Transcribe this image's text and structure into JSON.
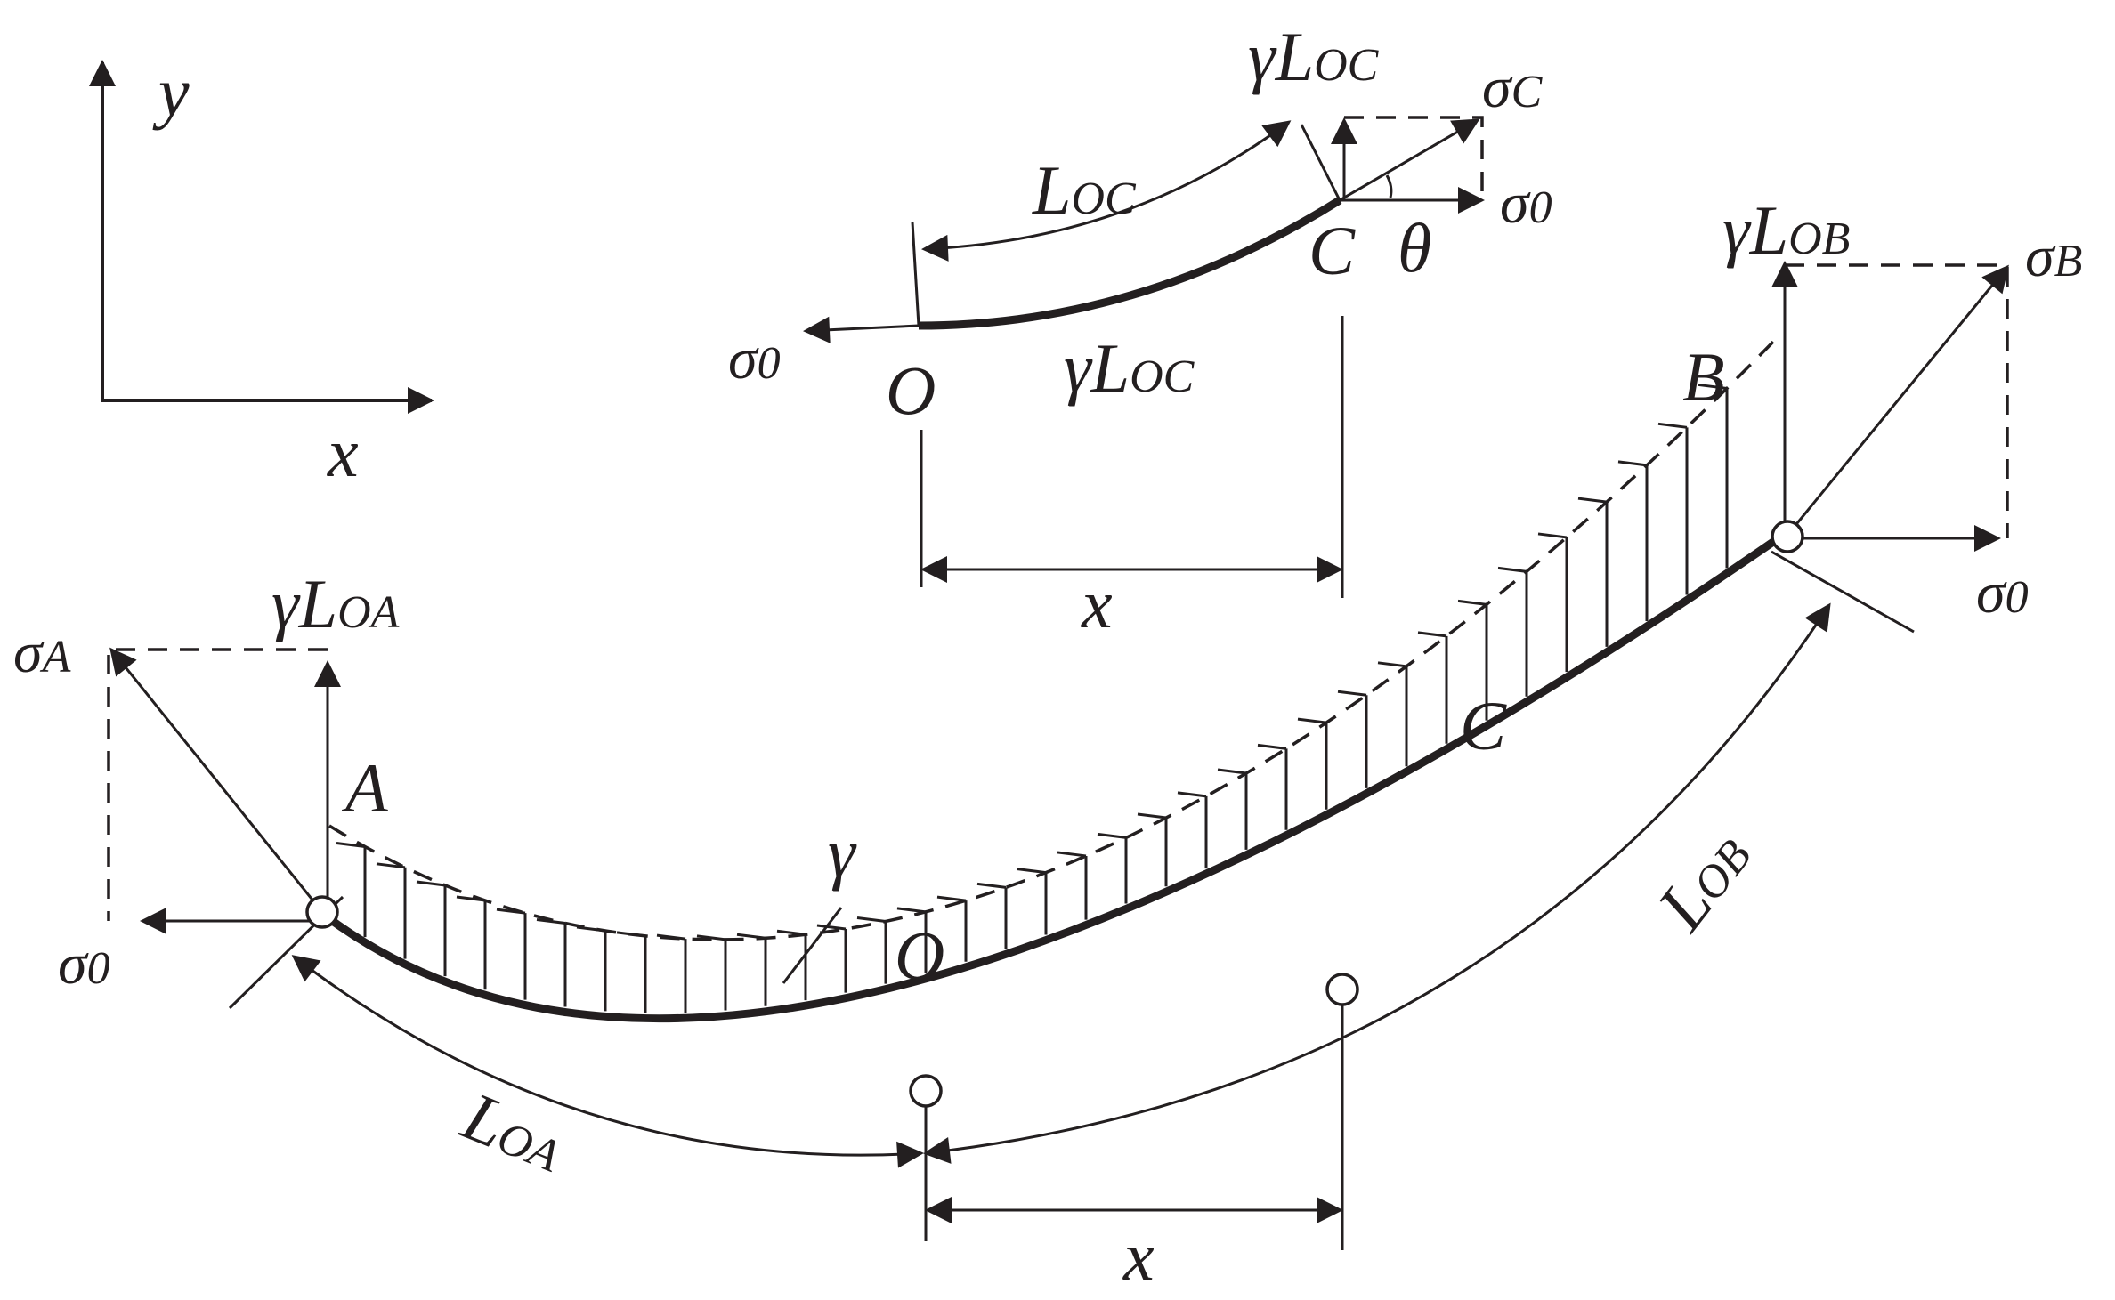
{
  "axes": {
    "y": "y",
    "x": "x"
  },
  "inset": {
    "L_OC": {
      "base": "L",
      "sub": "OC"
    },
    "gamma_L_OC_top": {
      "base": "γL",
      "sub": "OC"
    },
    "gamma_L_OC_bottom": {
      "base": "γL",
      "sub": "OC"
    },
    "sigma_C": {
      "base": "σ",
      "sub": "C"
    },
    "sigma_0_right": {
      "base": "σ",
      "sub": "0"
    },
    "sigma_0_left": {
      "base": "σ",
      "sub": "0"
    },
    "point_C": "C",
    "point_O": "O",
    "theta": "θ",
    "x": "x"
  },
  "main": {
    "gamma_L_OB": {
      "base": "γL",
      "sub": "OB"
    },
    "sigma_B": {
      "base": "σ",
      "sub": "B"
    },
    "point_B": "B",
    "sigma_0_right": {
      "base": "σ",
      "sub": "0"
    },
    "gamma_L_OA": {
      "base": "γL",
      "sub": "OA"
    },
    "sigma_A": {
      "base": "σ",
      "sub": "A"
    },
    "point_A": "A",
    "sigma_0_left": {
      "base": "σ",
      "sub": "0"
    },
    "gamma": "γ",
    "point_O": "O",
    "point_C": "C",
    "L_OB": {
      "base": "L",
      "sub": "OB"
    },
    "L_OA": {
      "base": "L",
      "sub": "OA"
    },
    "x": "x"
  }
}
